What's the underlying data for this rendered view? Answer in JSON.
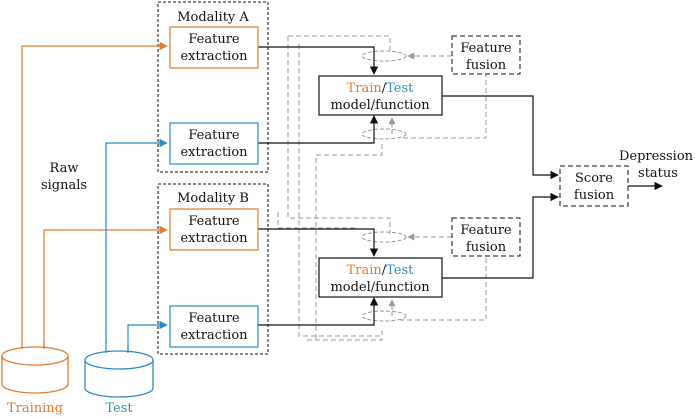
{
  "labels": {
    "modality_a": "Modality A",
    "modality_b": "Modality B",
    "feature_extraction_line1": "Feature",
    "feature_extraction_line2": "extraction",
    "feature_fusion_line1": "Feature",
    "feature_fusion_line2": "fusion",
    "model_train": "Train",
    "model_slash": "/",
    "model_test": "Test",
    "model_line2": "model/function",
    "score_fusion_line1": "Score",
    "score_fusion_line2": "fusion",
    "raw_signals_line1": "Raw",
    "raw_signals_line2": "signals",
    "output_line1": "Depression",
    "output_line2": "status",
    "training": "Training",
    "test": "Test"
  },
  "colors": {
    "training": "#e07b30",
    "test": "#2b8cbe",
    "black": "#111111",
    "gray": "#999999"
  }
}
